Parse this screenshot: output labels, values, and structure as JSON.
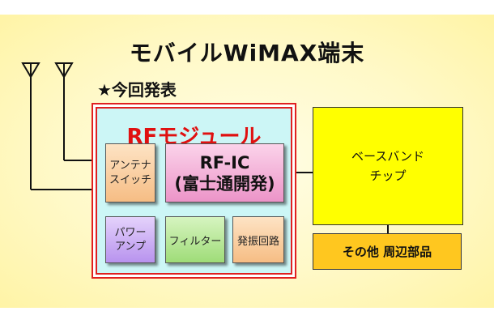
{
  "title": "モバイルWiMAX端末",
  "announcement": "★今回発表",
  "rf_module": {
    "title": "RFモジュール",
    "antenna_switch": "アンテナ\nスイッチ",
    "rf_ic": "RF-IC\n(富士通開発)",
    "power_amp": "パワー\nアンプ",
    "filter": "フィルター",
    "oscillator": "発振回路"
  },
  "baseband_chip": "ベースバンド\nチップ",
  "peripherals": "その他 周辺部品",
  "colors": {
    "background": "#fff9c8",
    "rf_border": "#e02020",
    "rf_fill": "#ccf6f6",
    "rf_title": "#e01010",
    "baseband_fill": "#ffff00",
    "peripherals_fill": "#ffc71f"
  }
}
